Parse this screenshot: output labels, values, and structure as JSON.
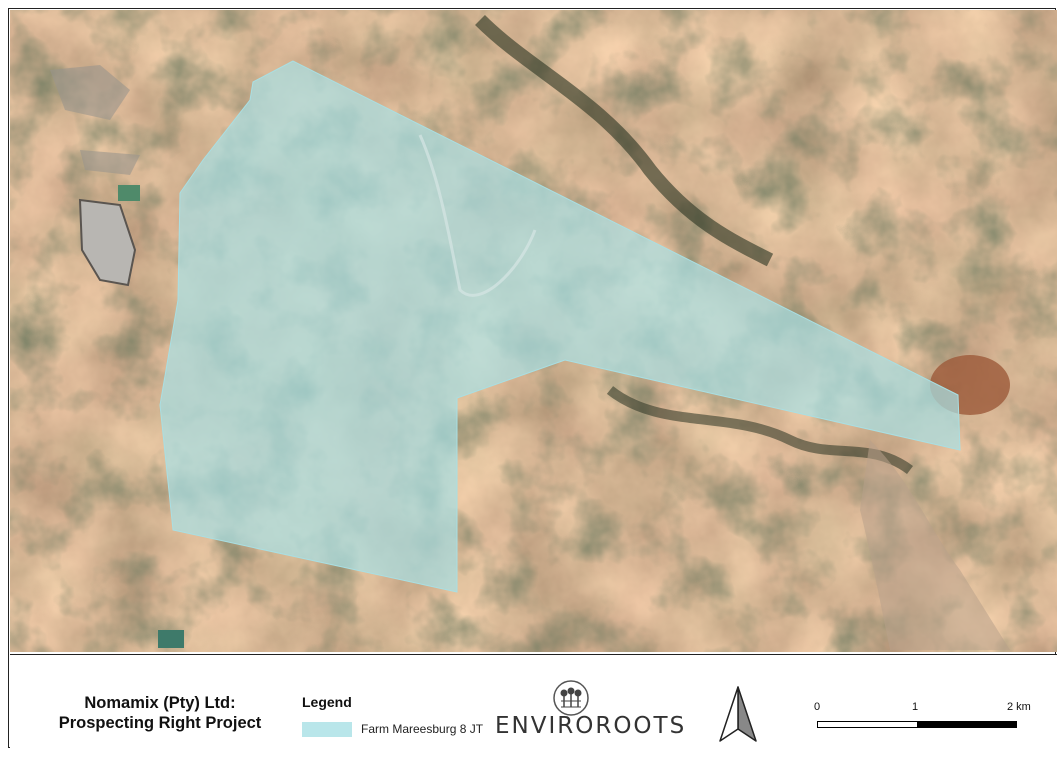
{
  "map": {
    "basemap": "satellite imagery",
    "area_fill_color": "#a9dfe3",
    "polygon_name": "Farm Mareesburg 8 JT"
  },
  "footer": {
    "title_line1": "Nomamix (Pty) Ltd:",
    "title_line2": "Prospecting Right Project",
    "legend": {
      "title": "Legend",
      "items": [
        {
          "label": "Farm Mareesburg 8 JT",
          "color": "#b9e6ea"
        }
      ]
    },
    "logo_text": "ENVIROROOTS",
    "north_arrow": "north-arrow-icon",
    "scale": {
      "labels": [
        "0",
        "1",
        "2 km"
      ]
    }
  }
}
